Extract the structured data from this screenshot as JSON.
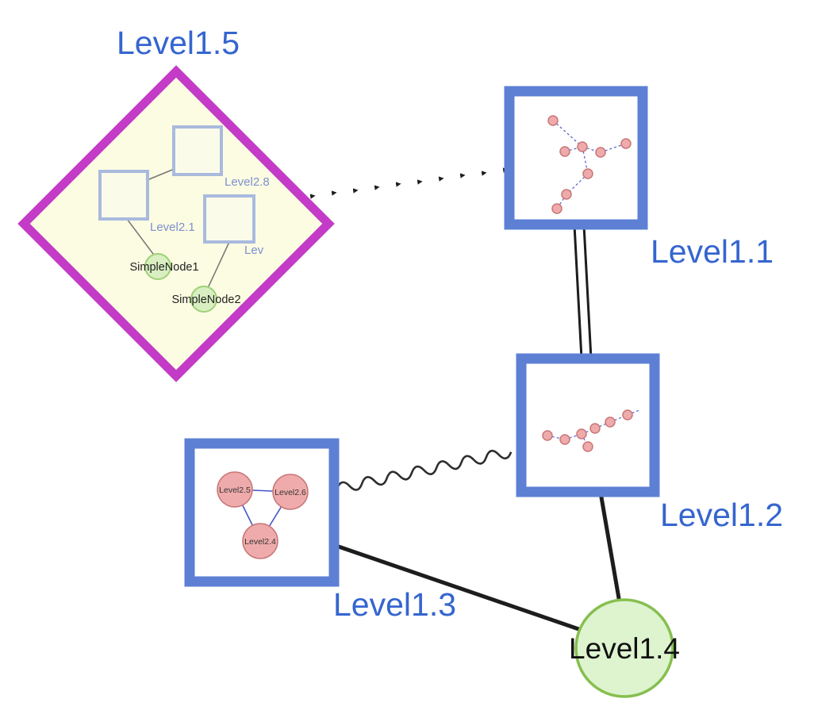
{
  "colors": {
    "label-blue": "#3565cf",
    "box-border": "#5d80d5",
    "magenta": "#c43bc7",
    "diamond-fill": "#fcfce3",
    "inner-square-stroke": "#a9badd",
    "inner-square-fill": "#fbfbea",
    "inner-label": "#7d90cf",
    "green-fill": "#d9efc2",
    "green-stroke": "#9ed177",
    "big-green-fill": "#def4cf",
    "big-green-stroke": "#86bf50",
    "pink-fill": "#efabab",
    "pink-stroke": "#c97676",
    "mini-edge": "#5a6ad0",
    "edge-dark": "#1d1d1d"
  },
  "nodes": {
    "level15": {
      "label": "Level1.5",
      "shape": "diamond"
    },
    "level11": {
      "label": "Level1.1",
      "shape": "square"
    },
    "level12": {
      "label": "Level1.2",
      "shape": "square"
    },
    "level13": {
      "label": "Level1.3",
      "shape": "square"
    },
    "level14": {
      "label": "Level1.4",
      "shape": "circle"
    }
  },
  "level15_children": {
    "square1": "Level2.8",
    "square2": "Level2.1",
    "square3": "Lev",
    "simple1": "SimpleNode1",
    "simple2": "SimpleNode2"
  },
  "level13_children": {
    "c1": "Level2.5",
    "c2": "Level2.6",
    "c3": "Level2.4"
  },
  "edges": {
    "level15_level11_style": "dashed-arrow",
    "level11_level12_style": "double-line",
    "level13_level12_style": "wavy",
    "level13_level14_style": "solid",
    "level12_level14_style": "solid"
  }
}
